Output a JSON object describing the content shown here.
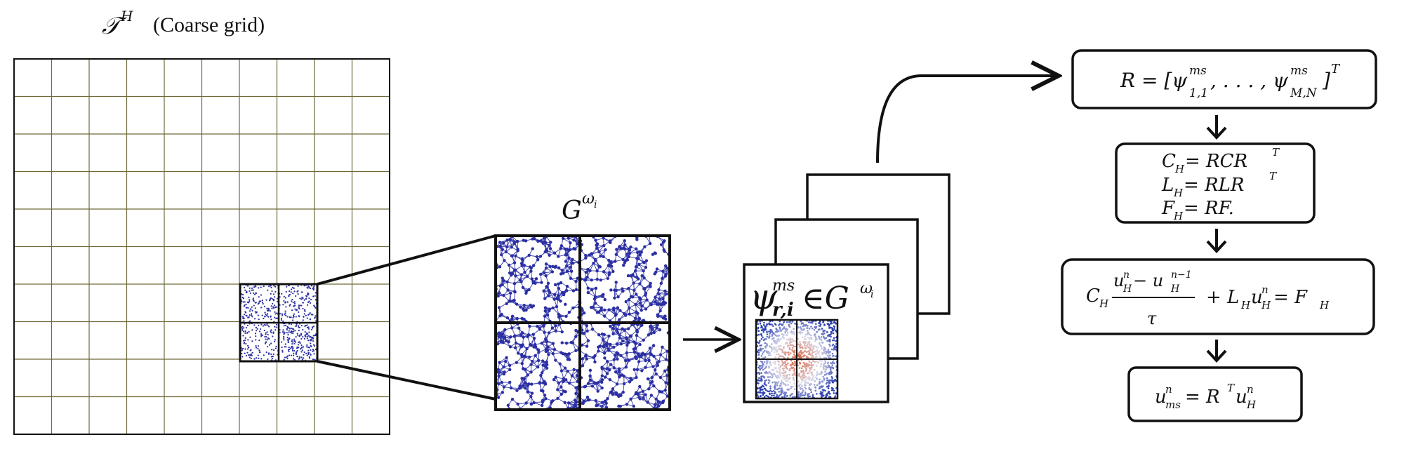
{
  "coarse_grid": {
    "symbol": "𝒯",
    "superscript": "H",
    "caption": "(Coarse grid)",
    "rows": 10,
    "cols": 10,
    "line_color": "#6e6a3a"
  },
  "subdomain": {
    "label_base": "G",
    "label_sup": "ω",
    "label_sup_sub": "i",
    "node_color": "#2b2fa3"
  },
  "basis": {
    "label_psi": "ψ",
    "label_sup": "ms",
    "label_sub": "r,i",
    "label_in": "∈G",
    "label_sup2": "ω",
    "label_sup2_sub": "i",
    "cold_color": "#2b3fb0",
    "hot_color": "#d9542a"
  },
  "steps": [
    {
      "id": "R",
      "text": "R = [ψ",
      "parts": [
        "R = [ψ",
        "1,1",
        "ms",
        ", . . . , ψ",
        "M,N",
        "ms",
        "]",
        "T"
      ]
    },
    {
      "id": "coarse",
      "lines": [
        [
          "C",
          "H",
          " = RCR",
          "T"
        ],
        [
          "L",
          "H",
          " = RLR",
          "T"
        ],
        [
          "F",
          "H",
          " = RF."
        ]
      ]
    },
    {
      "id": "eq",
      "parts": [
        "C",
        "H",
        "u",
        "n",
        "H",
        " − u",
        "n−1",
        "H",
        "τ",
        "+ L",
        "H",
        "u",
        "n",
        "H",
        " = F",
        "H"
      ]
    },
    {
      "id": "u",
      "parts": [
        "u",
        "n",
        "ms",
        " = R",
        "T",
        "u",
        "n",
        "H"
      ]
    }
  ],
  "colors": {
    "stroke": "#111111",
    "background": "#ffffff"
  }
}
